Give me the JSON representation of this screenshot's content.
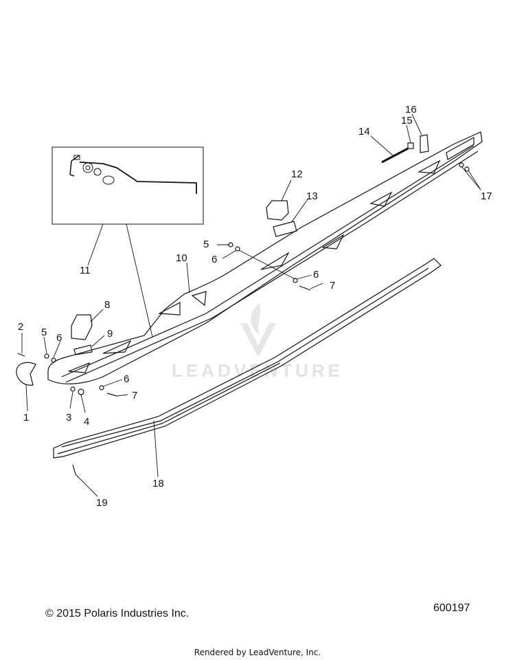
{
  "callouts": [
    {
      "id": "c1",
      "label": "1"
    },
    {
      "id": "c2",
      "label": "2"
    },
    {
      "id": "c3",
      "label": "3"
    },
    {
      "id": "c4",
      "label": "4"
    },
    {
      "id": "c5a",
      "label": "5"
    },
    {
      "id": "c5b",
      "label": "5"
    },
    {
      "id": "c6a",
      "label": "6"
    },
    {
      "id": "c6b",
      "label": "6"
    },
    {
      "id": "c6c",
      "label": "6"
    },
    {
      "id": "c6d",
      "label": "6"
    },
    {
      "id": "c7a",
      "label": "7"
    },
    {
      "id": "c7b",
      "label": "7"
    },
    {
      "id": "c8",
      "label": "8"
    },
    {
      "id": "c9",
      "label": "9"
    },
    {
      "id": "c10",
      "label": "10"
    },
    {
      "id": "c11",
      "label": "11"
    },
    {
      "id": "c12",
      "label": "12"
    },
    {
      "id": "c13",
      "label": "13"
    },
    {
      "id": "c14",
      "label": "14"
    },
    {
      "id": "c15",
      "label": "15"
    },
    {
      "id": "c16",
      "label": "16"
    },
    {
      "id": "c17",
      "label": "17"
    },
    {
      "id": "c18",
      "label": "18"
    },
    {
      "id": "c19",
      "label": "19"
    }
  ],
  "footer": {
    "copyright": "© 2015 Polaris Industries Inc.",
    "drawing_number": "600197",
    "rendered_by": "Rendered by LeadVenture, Inc."
  },
  "watermark": {
    "text": "LEADVENTURE",
    "color": "#e2e2e2"
  },
  "colors": {
    "line": "#111111",
    "background": "#ffffff"
  }
}
